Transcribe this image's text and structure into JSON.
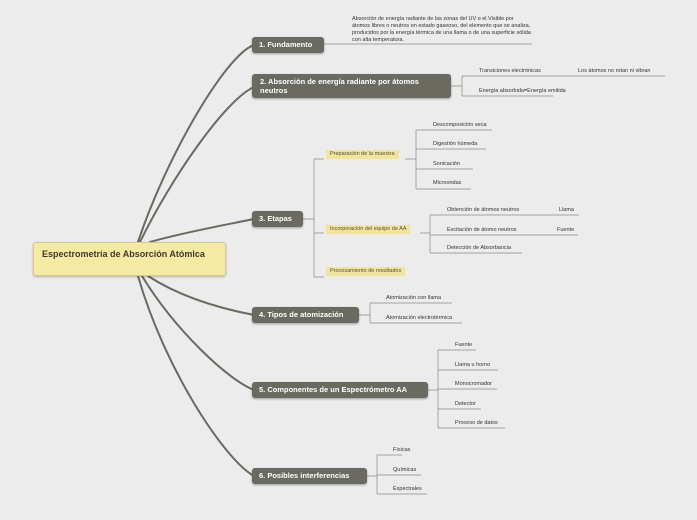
{
  "central": "Espectrometría de Absorción Atómica",
  "topics": {
    "fundamento": {
      "title": "1. Fundamento",
      "text": "Absorción de energía radiante de las zonas del UV o el Visible por átomos libres o neutros en estado gaseoso, del elemento que se analiza, producidos por la energía térmica de una llama o de una superficie sólida con alta temperatura."
    },
    "absorcion": {
      "title": "2. Absorción de energía radiante por átomos neutros",
      "items": [
        "Transiciones electrónicas",
        "Energía absorbida=Energía emitida"
      ],
      "note": "Los átomos no rotan ni vibran"
    },
    "etapas": {
      "title": "3. Etapas",
      "preparacion": {
        "label": "Preparación de la muestra",
        "items": [
          "Descomposición seca",
          "Digestión húmeda",
          "Sonicación",
          "Microondas"
        ]
      },
      "incorporacion": {
        "label": "Incorporación del equipo de AA",
        "items": [
          "Obtención de átomos neutros",
          "Excitación de átomo neutros",
          "Detección de Absorbancia"
        ],
        "notes": [
          "Llama",
          "Fuente"
        ]
      },
      "procesamiento": "Procesamiento de resultados"
    },
    "tipos": {
      "title": "4. Tipos de atomización",
      "items": [
        "Atomización con llama",
        "Atomización electrotérmica"
      ]
    },
    "componentes": {
      "title": "5. Componentes de un Espectrómetro AA",
      "items": [
        "Fuente",
        "Llama u horno",
        "Monocromador",
        "Detector",
        "Proceso de datos"
      ]
    },
    "interferencias": {
      "title": "6. Posibles interferencias",
      "items": [
        "Físicas",
        "Químicas",
        "Espectrales"
      ]
    }
  },
  "colors": {
    "background": "#ececec",
    "branch": "#6b6a61",
    "central": "#f5eaa3",
    "highlight": "#f2e59b"
  }
}
